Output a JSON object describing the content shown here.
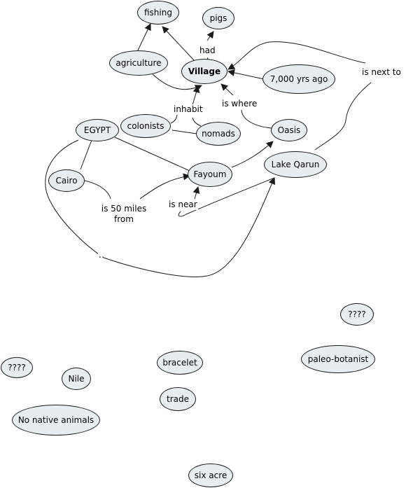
{
  "nodes": {
    "fishing": "fishing",
    "pigs": "pigs",
    "agriculture": "agriculture",
    "village": "Village",
    "yrs": "7,000 yrs ago",
    "colonists": "colonists",
    "nomads": "nomads",
    "oasis": "Oasis",
    "egypt": "EGYPT",
    "cairo": "Cairo",
    "fayoum": "Fayoum",
    "qarun": "Lake Qarun",
    "q1": "????",
    "q2": "????",
    "paleo": "paleo-botanist",
    "bracelet": "bracelet",
    "nile": "Nile",
    "trade": "trade",
    "noanimals": "No native animals",
    "sixacre": "six acre"
  },
  "links": {
    "had": "had",
    "isnextto": "is next to",
    "inhabit": "inhabit",
    "iswhere": "is where",
    "fiftymiles": "is 50 miles\nfrom",
    "isnear": "is near",
    "dot": "."
  },
  "colors": {
    "node_fill": "#e8eef0",
    "line": "#1a1a1a"
  }
}
